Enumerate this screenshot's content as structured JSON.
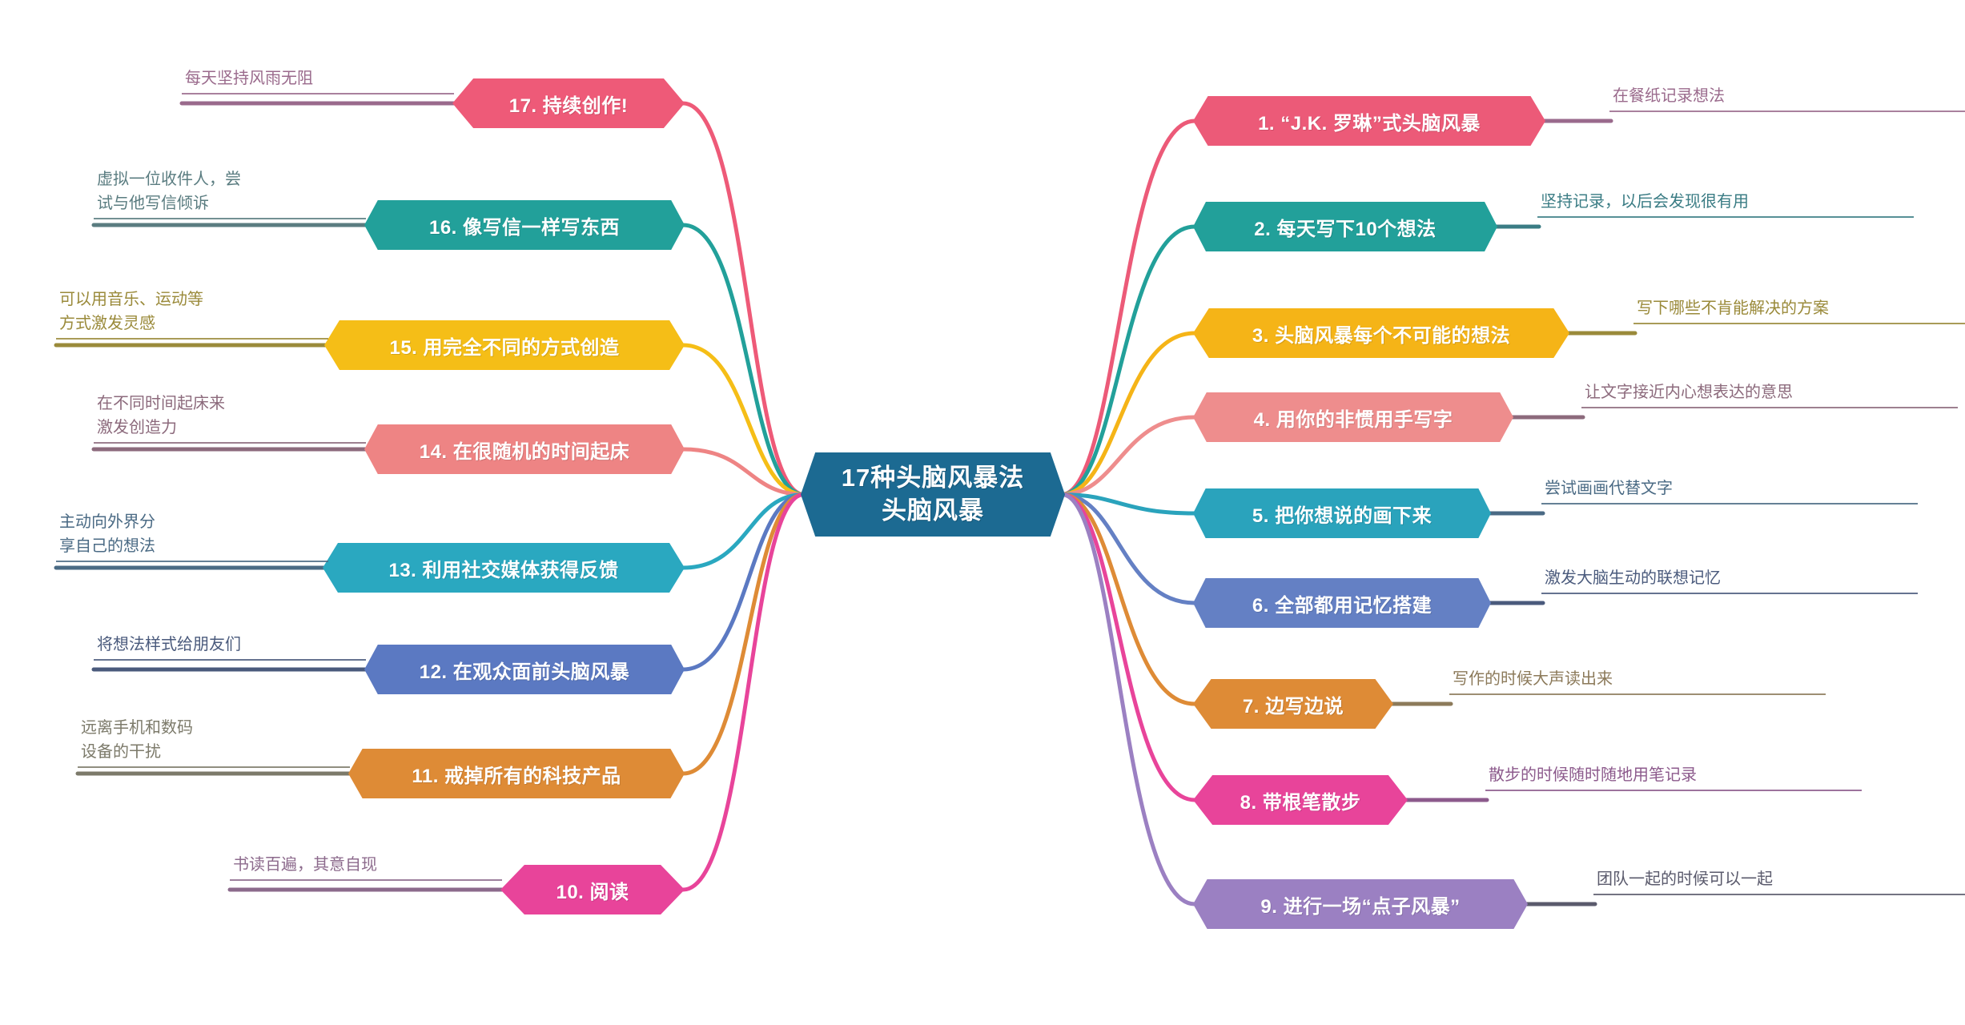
{
  "diagram": {
    "type": "mind-map",
    "background": "#ffffff",
    "center": {
      "line1": "17种头脑风暴法",
      "line2": "头脑风暴",
      "color": "#1C6A92"
    },
    "right_branches": [
      {
        "id": 1,
        "label": "1.  “J.K. 罗琳”式头脑风暴",
        "color": "#EC5A78",
        "note": "在餐纸记录想法",
        "note_color": "#9A6A8C"
      },
      {
        "id": 2,
        "label": "2. 每天写下10个想法",
        "color": "#22A09A",
        "note": "坚持记录，以后会发现很有用",
        "note_color": "#3A7C84"
      },
      {
        "id": 3,
        "label": "3. 头脑风暴每个不可能的想法",
        "color": "#F5B417",
        "note": "写下哪些不肯能解决的方案",
        "note_color": "#9A8A3A"
      },
      {
        "id": 4,
        "label": "4. 用你的非惯用手写字",
        "color": "#EE8D8D",
        "note": "让文字接近内心想表达的意思",
        "note_color": "#8C6A7C"
      },
      {
        "id": 5,
        "label": "5. 把你想说的画下来",
        "color": "#2AA3BC",
        "note": "尝试画画代替文字",
        "note_color": "#4A6A84"
      },
      {
        "id": 6,
        "label": "6. 全部都用记忆搭建",
        "color": "#6480C4",
        "note": "激发大脑生动的联想记忆",
        "note_color": "#4A5A7C"
      },
      {
        "id": 7,
        "label": "7. 边写边说",
        "color": "#DE8B36",
        "note": "写作的时候大声读出来",
        "note_color": "#8C7A5A"
      },
      {
        "id": 8,
        "label": "8. 带根笔散步",
        "color": "#E8449A",
        "note": "散步的时候随时随地用笔记录",
        "note_color": "#8C5A8C"
      },
      {
        "id": 9,
        "label": "9. 进行一场“点子风暴”",
        "color": "#9B80C2",
        "note": "团队一起的时候可以一起",
        "note_color": "#5A5A6C"
      }
    ],
    "left_branches": [
      {
        "id": 17,
        "label": "17. 持续创作!",
        "color": "#EE5A78",
        "note": "每天坚持风雨无阻",
        "note_color": "#9A6A8C"
      },
      {
        "id": 16,
        "label": "16. 像写信一样写东西",
        "color": "#22A09A",
        "note": "虚拟一位收件人，尝\n试与他写信倾诉",
        "note_color": "#5A7C80"
      },
      {
        "id": 15,
        "label": "15. 用完全不同的方式创造",
        "color": "#F5BE17",
        "note": "可以用音乐、运动等\n方式激发灵感",
        "note_color": "#9A8A3A"
      },
      {
        "id": 14,
        "label": "14. 在很随机的时间起床",
        "color": "#EE8484",
        "note": "在不同时间起床来\n激发创造力",
        "note_color": "#8C6A7C"
      },
      {
        "id": 13,
        "label": "13. 利用社交媒体获得反馈",
        "color": "#2AA8C0",
        "note": "主动向外界分\n享自己的想法",
        "note_color": "#4A6A84"
      },
      {
        "id": 12,
        "label": "12. 在观众面前头脑风暴",
        "color": "#5B79C2",
        "note": "将想法样式给朋友们",
        "note_color": "#4A5A7C"
      },
      {
        "id": 11,
        "label": "11. 戒掉所有的科技产品",
        "color": "#DE8B36",
        "note": "远离手机和数码\n设备的干扰",
        "note_color": "#7C7A6A"
      },
      {
        "id": 10,
        "label": "10. 阅读",
        "color": "#E8449A",
        "note": "书读百遍，其意自现",
        "note_color": "#8C6A8C"
      }
    ]
  }
}
